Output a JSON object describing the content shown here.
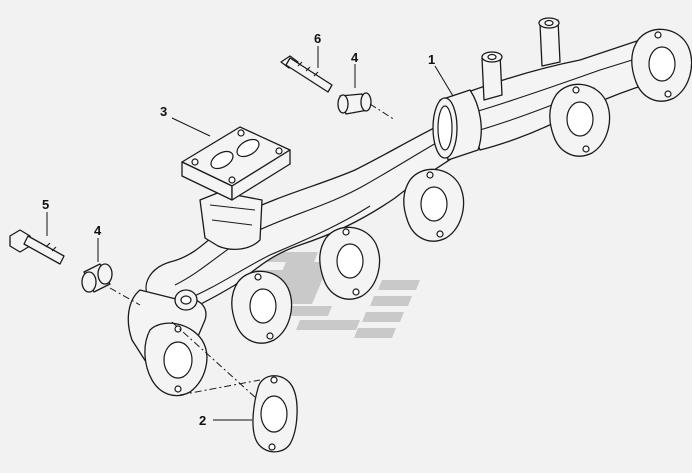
{
  "callouts": [
    {
      "id": "part-1",
      "label": "1"
    },
    {
      "id": "part-2",
      "label": "2"
    },
    {
      "id": "part-3",
      "label": "3"
    },
    {
      "id": "part-4a",
      "label": "4"
    },
    {
      "id": "part-4b",
      "label": "4"
    },
    {
      "id": "part-5",
      "label": "5"
    },
    {
      "id": "part-6",
      "label": "6"
    }
  ],
  "colors": {
    "background": "#f2f2f2",
    "line": "#1a1a1a",
    "watermark": "#c9c9c9"
  }
}
